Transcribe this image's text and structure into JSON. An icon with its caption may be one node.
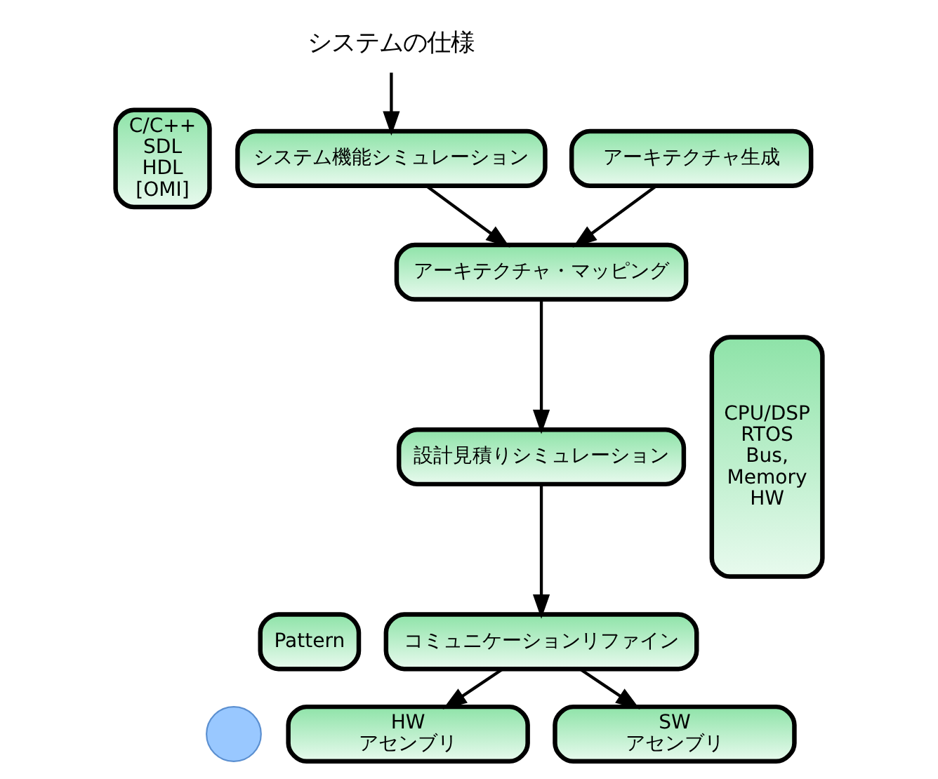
{
  "diagram": {
    "nodes": [
      {
        "text": [
          "システムの仕様"
        ]
      },
      {
        "text": [
          "システム機能シミュレーション"
        ]
      },
      {
        "text": [
          "アーキテクチャ生成"
        ]
      },
      {
        "text": [
          "アーキテクチャ・マッピング"
        ]
      },
      {
        "text": [
          "設計見積りシミュレーション"
        ]
      },
      {
        "text": [
          "コミュニケーションリファイン"
        ]
      },
      {
        "text": [
          "HW アセンブリ"
        ]
      },
      {
        "text": [
          "SW アセンブリ"
        ]
      },
      {
        "text": [
          "C/C++ SDL HDL [OMI]"
        ]
      },
      {
        "text": [
          "Pattern"
        ]
      },
      {
        "text": [
          "CPU/DSP RTOS Bus, Memory HW"
        ]
      },
      {
        "text": [],
        "shape": "circle"
      }
    ],
    "edges": [
      {
        "from": 0,
        "to": 1,
        "arrow": "to"
      },
      {
        "from": 1,
        "to": 3,
        "arrow": "to"
      },
      {
        "from": 2,
        "to": 3,
        "arrow": "to"
      },
      {
        "from": 3,
        "to": 4,
        "arrow": "to"
      },
      {
        "from": 4,
        "to": 5,
        "arrow": "to"
      },
      {
        "from": 5,
        "to": 6,
        "arrow": "to"
      },
      {
        "from": 5,
        "to": 7,
        "arrow": "to"
      }
    ]
  }
}
